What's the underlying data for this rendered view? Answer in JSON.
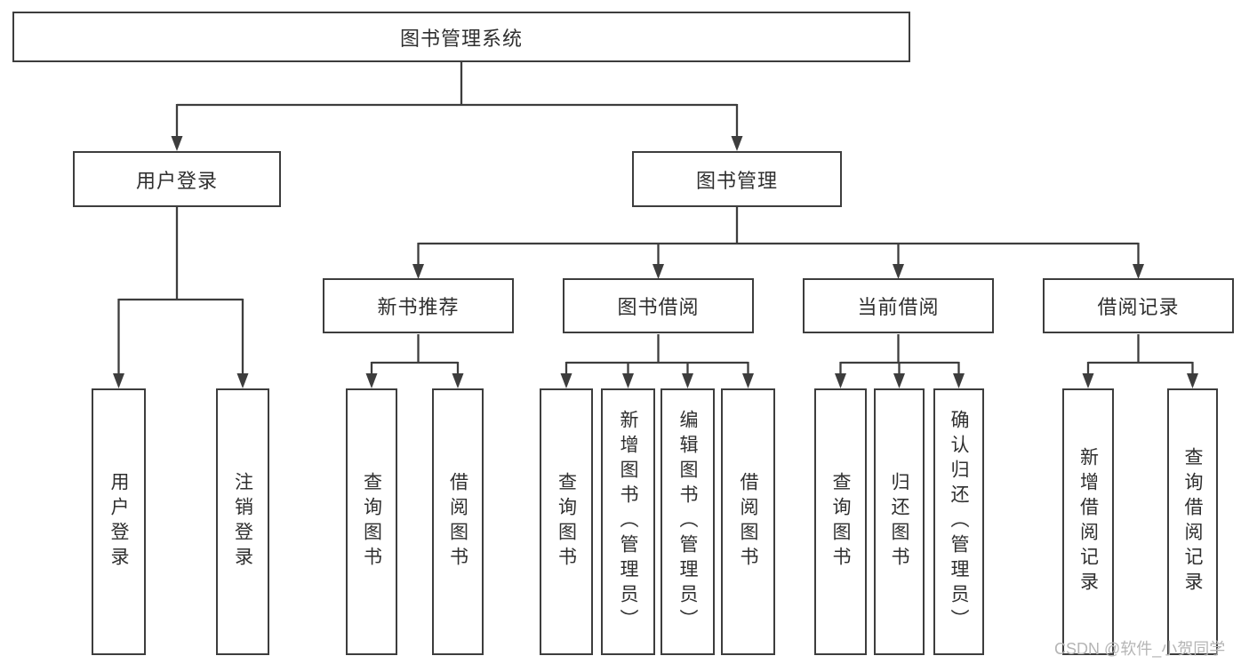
{
  "diagram_title": "图书管理系统",
  "tree": {
    "root": {
      "label": "图书管理系统"
    },
    "children": [
      {
        "label": "用户登录",
        "children": [
          {
            "label": "用户登录"
          },
          {
            "label": "注销登录"
          }
        ]
      },
      {
        "label": "图书管理",
        "children": [
          {
            "label": "新书推荐",
            "children": [
              {
                "label": "查询图书"
              },
              {
                "label": "借阅图书"
              }
            ]
          },
          {
            "label": "图书借阅",
            "children": [
              {
                "label": "查询图书"
              },
              {
                "label": "新增图书（管理员）"
              },
              {
                "label": "编辑图书（管理员）"
              },
              {
                "label": "借阅图书"
              }
            ]
          },
          {
            "label": "当前借阅",
            "children": [
              {
                "label": "查询图书"
              },
              {
                "label": "归还图书"
              },
              {
                "label": "确认归还（管理员）"
              }
            ]
          },
          {
            "label": "借阅记录",
            "children": [
              {
                "label": "新增借阅记录"
              },
              {
                "label": "查询借阅记录"
              }
            ]
          }
        ]
      }
    ]
  },
  "watermark": {
    "text": "CSDN @软件_小贺同学"
  },
  "colors": {
    "line": "#3d3d3d",
    "text": "#2f2f2f",
    "watermark": "#b5b5b5",
    "background": "#ffffff"
  }
}
